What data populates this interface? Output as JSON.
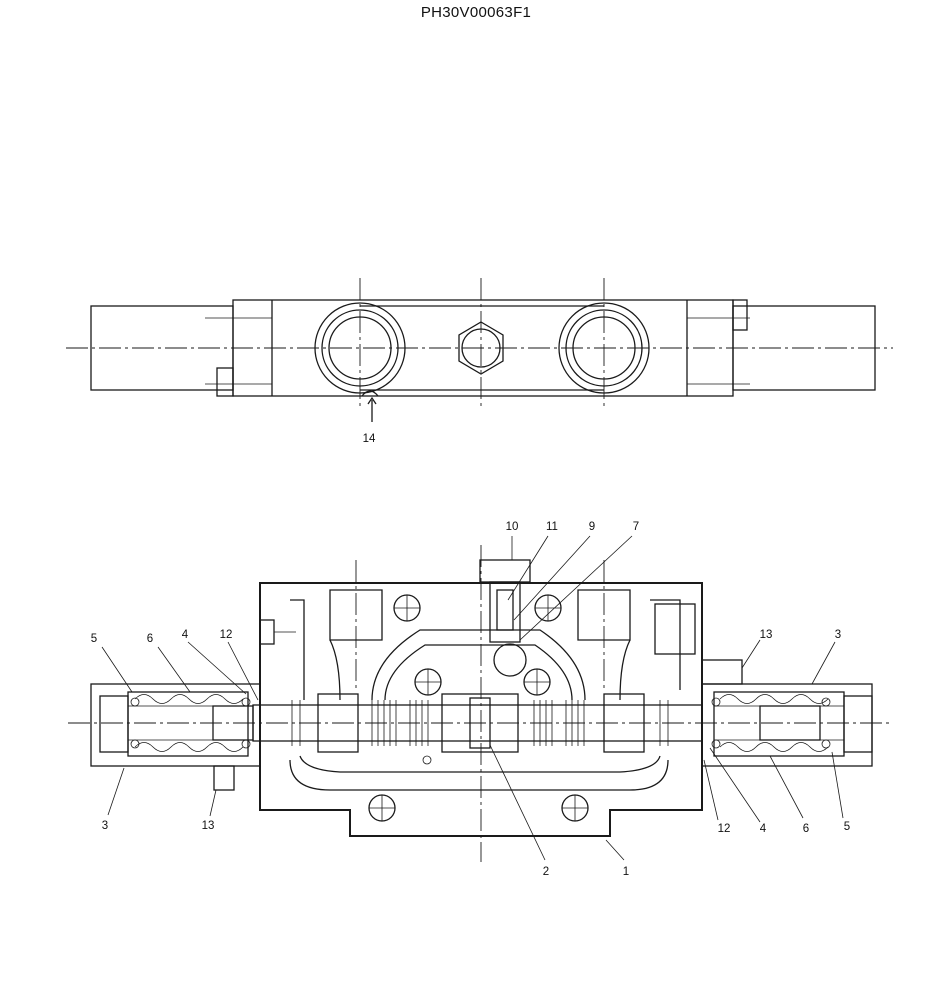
{
  "drawing": {
    "title": "PH30V00063F1",
    "top_view": {
      "callouts": [
        {
          "id": "tv-14",
          "label": "14"
        }
      ]
    },
    "section_view": {
      "callouts": [
        {
          "id": "sv-10",
          "label": "10"
        },
        {
          "id": "sv-11",
          "label": "11"
        },
        {
          "id": "sv-9",
          "label": "9"
        },
        {
          "id": "sv-7",
          "label": "7"
        },
        {
          "id": "sv-5-left",
          "label": "5"
        },
        {
          "id": "sv-6-left",
          "label": "6"
        },
        {
          "id": "sv-4-left",
          "label": "4"
        },
        {
          "id": "sv-12-left",
          "label": "12"
        },
        {
          "id": "sv-13-right",
          "label": "13"
        },
        {
          "id": "sv-3-right",
          "label": "3"
        },
        {
          "id": "sv-3-left",
          "label": "3"
        },
        {
          "id": "sv-13-left",
          "label": "13"
        },
        {
          "id": "sv-2",
          "label": "2"
        },
        {
          "id": "sv-1",
          "label": "1"
        },
        {
          "id": "sv-12-right",
          "label": "12"
        },
        {
          "id": "sv-4-right",
          "label": "4"
        },
        {
          "id": "sv-6-right",
          "label": "6"
        },
        {
          "id": "sv-5-right",
          "label": "5"
        }
      ]
    }
  }
}
